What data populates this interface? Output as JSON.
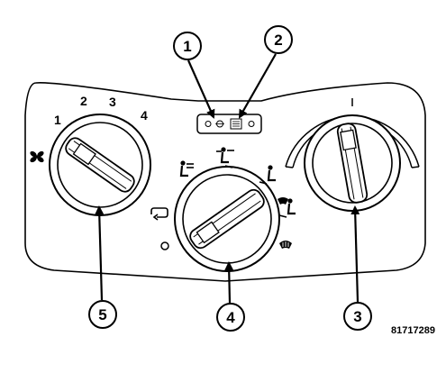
{
  "fan_speeds": [
    "1",
    "2",
    "3",
    "4"
  ],
  "callouts": [
    "1",
    "2",
    "3",
    "4",
    "5"
  ],
  "figure_number": "81717289",
  "icons": {
    "fan": "fan-icon",
    "recirculation": "recirculation-icon",
    "panel_mode": "panel-vent-icon",
    "bilevel_mode": "bilevel-icon",
    "floor_mode": "floor-icon",
    "mix_mode": "floor-defrost-icon",
    "defrost_mode": "defrost-icon"
  },
  "colors": {
    "line": "#000000",
    "panel": "#ffffff"
  }
}
